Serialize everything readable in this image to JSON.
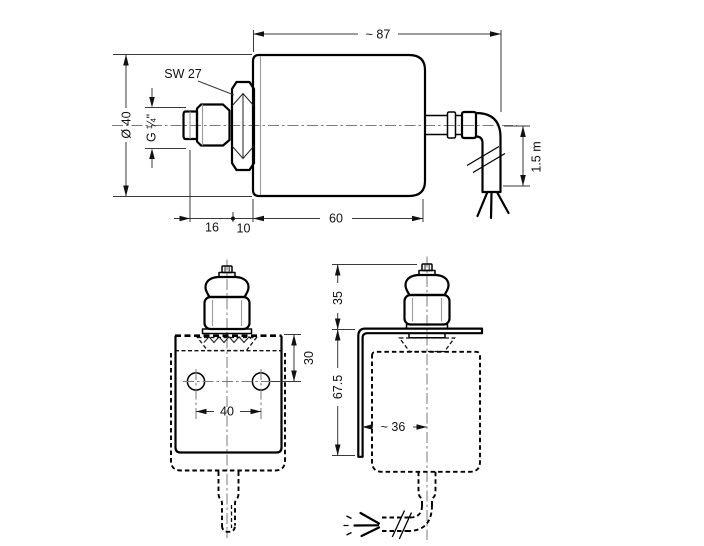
{
  "drawing": {
    "kind": "technical dimension drawing of a pressure sensor with mounting bracket",
    "line_color": "#000000",
    "dimension_color": "#3a3a3a",
    "background": "#ffffff",
    "views": {
      "side": "side view with process connection and cable outlet",
      "front": "front view on mounting plate",
      "bracket": "side view on angle bracket"
    },
    "dimensions": {
      "overall_length": "~ 87",
      "body_diameter": "Ø 40",
      "wrench_size": "SW 27",
      "thread_size": "G ¼\"",
      "thread_length": "16",
      "locknut_width": "10",
      "body_length": "60",
      "cable_length": "1.5 m",
      "hole_offset": "30",
      "hole_spacing": "40",
      "fitting_height": "35",
      "bracket_height": "67.5",
      "center_offset": "~ 36"
    }
  }
}
